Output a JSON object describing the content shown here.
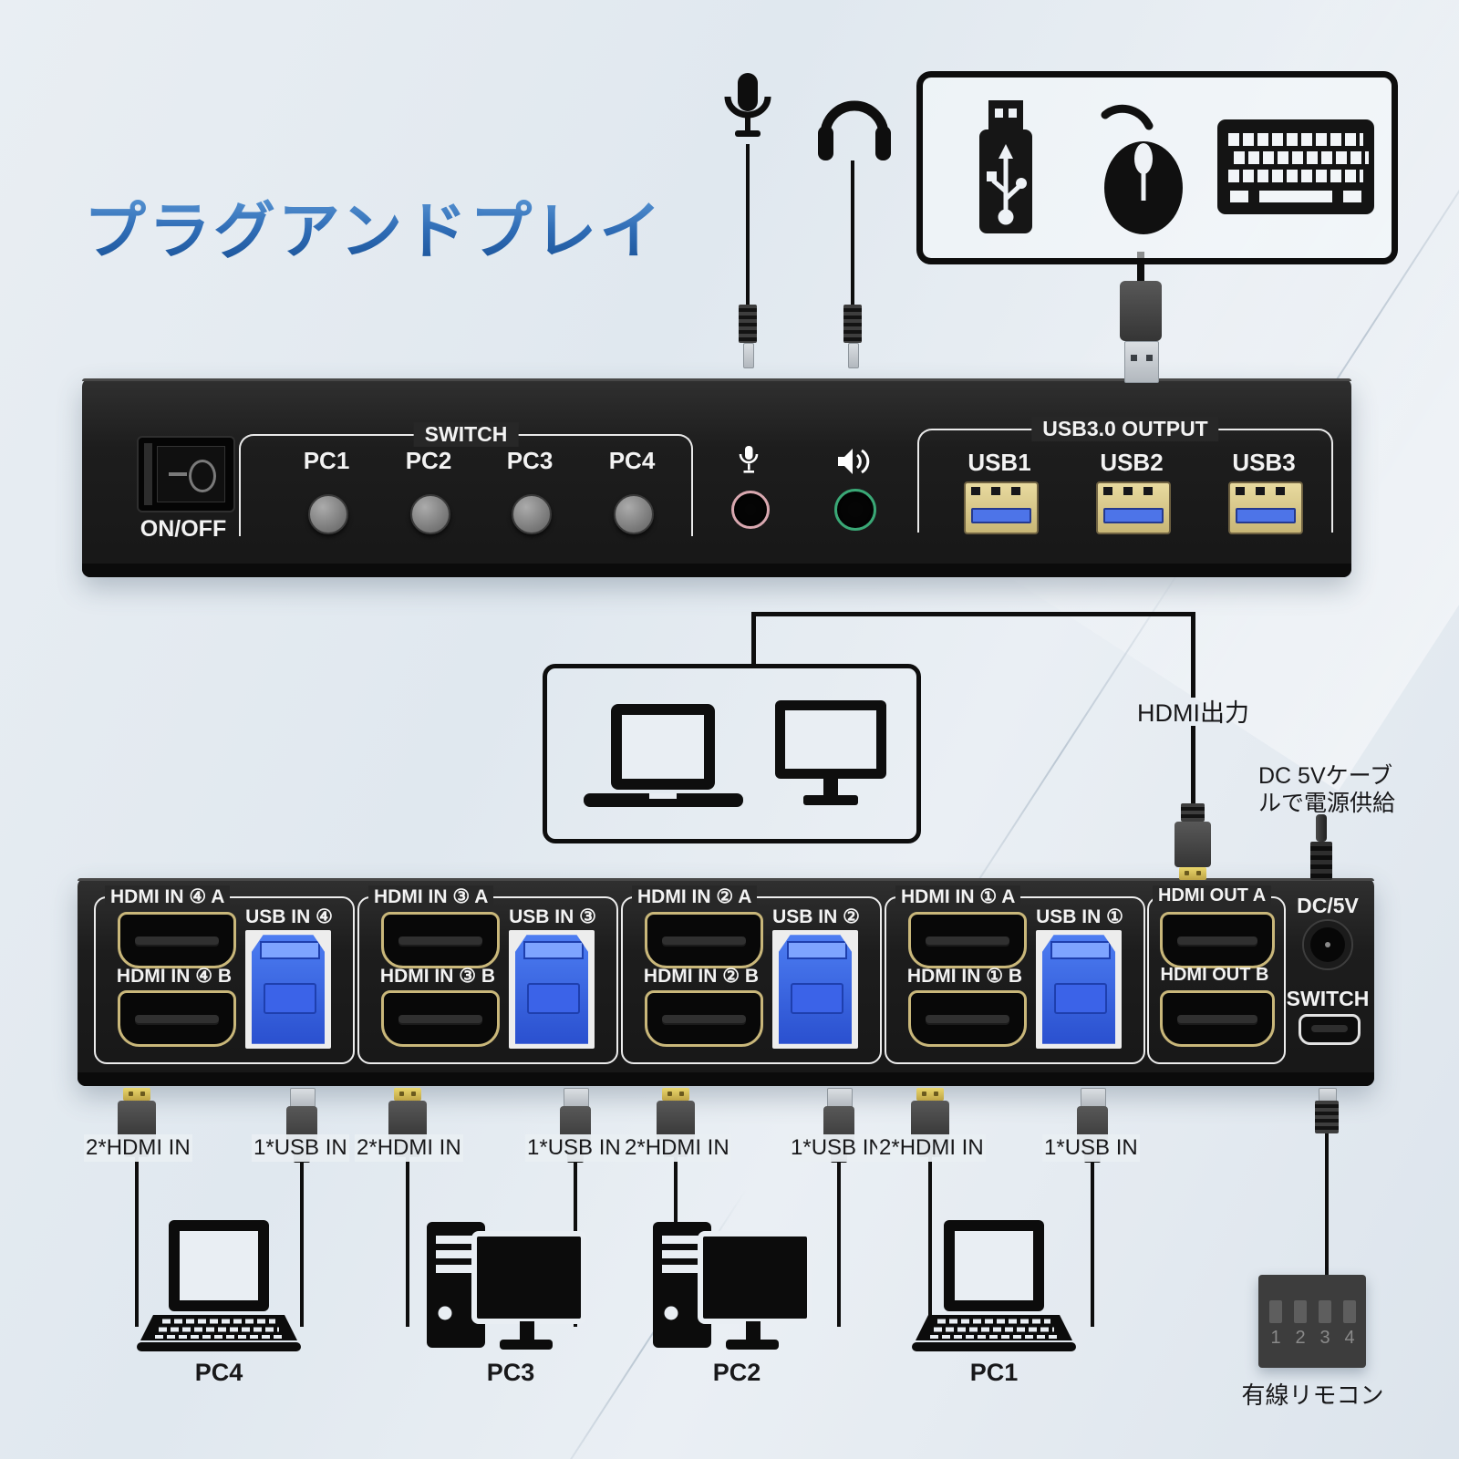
{
  "title": "プラグアンドプレイ",
  "front_panel": {
    "power_label": "ON/OFF",
    "switch_group_label": "SWITCH",
    "pc_buttons": [
      "PC1",
      "PC2",
      "PC3",
      "PC4"
    ],
    "usb_group_label": "USB3.0 OUTPUT",
    "usb_ports": [
      "USB1",
      "USB2",
      "USB3"
    ]
  },
  "connection": {
    "hdmi_output_label": "HDMI出力",
    "dc_power_label_line1": "DC 5Vケーブ",
    "dc_power_label_line2": "ルで電源供給"
  },
  "back_panel": {
    "sections": [
      {
        "hdmi_a": "HDMI IN ④ A",
        "hdmi_b": "HDMI IN ④ B",
        "usb": "USB IN ④"
      },
      {
        "hdmi_a": "HDMI IN ③ A",
        "hdmi_b": "HDMI IN ③ B",
        "usb": "USB IN ③"
      },
      {
        "hdmi_a": "HDMI IN ② A",
        "hdmi_b": "HDMI IN ② B",
        "usb": "USB IN ②"
      },
      {
        "hdmi_a": "HDMI IN ① A",
        "hdmi_b": "HDMI IN ① B",
        "usb": "USB IN ①"
      }
    ],
    "hdmi_out_a": "HDMI OUT A",
    "hdmi_out_b": "HDMI OUT B",
    "dc_label": "DC/5V",
    "switch_label": "SWITCH"
  },
  "cables": {
    "hdmi_in_label": "2*HDMI IN",
    "usb_in_label": "1*USB IN"
  },
  "computers": [
    "PC4",
    "PC3",
    "PC2",
    "PC1"
  ],
  "remote": {
    "label": "有線リモコン",
    "buttons": [
      "1",
      "2",
      "3",
      "4"
    ]
  },
  "icons": {
    "top": [
      "microphone-icon",
      "headphones-icon",
      "usb-drive-icon",
      "mouse-icon",
      "keyboard-icon"
    ],
    "display": [
      "laptop-icon",
      "monitor-icon"
    ],
    "panel": [
      "mic-icon",
      "speaker-icon"
    ]
  },
  "colors": {
    "title_blue": "#2f6cb5",
    "panel_black": "#1d1d1d",
    "mic_jack_ring": "#d9a8b0",
    "audio_jack_ring": "#3aa876",
    "usb_port_tan": "#c8b676",
    "usb_tongue_blue": "#4d74e8",
    "usb_b_blue": "#2a50cf",
    "hdmi_gold": "#c9b77a"
  }
}
